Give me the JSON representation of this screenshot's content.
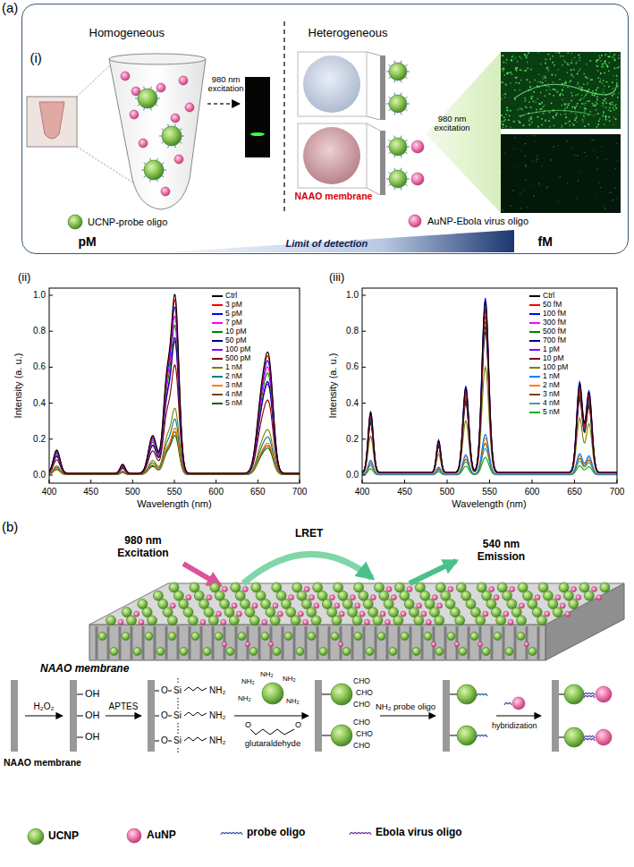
{
  "diagram": {
    "nodes": [
      {
        "text": [
          "(i)",
          "Homogeneous",
          "Heterogeneous",
          "980 nm excitation",
          "NAAO membrane",
          "980 nm excitation",
          "pM",
          "Limit of detection",
          "fM"
        ]
      }
    ],
    "labels": [
      "(a)",
      "(ii)",
      "0.0",
      "0.2",
      "0.4",
      "0.6",
      "0.8",
      "1.0",
      "400",
      "450",
      "500",
      "550",
      "600",
      "650",
      "700",
      "Intensity (a. u.)",
      "Wavelength (nm)",
      "(iii)",
      "0.0",
      "0.2",
      "0.4",
      "0.6",
      "0.8",
      "1.0",
      "400",
      "450",
      "500",
      "550",
      "600",
      "650",
      "700",
      "Intensity (a. u.)",
      "Wavelength (nm)",
      "(b)",
      "980 nm Excitation",
      "LRET",
      "540 nm Emission",
      "NAAO membrane",
      "NAAO membrane",
      "H₂O₂",
      "OH",
      "OH",
      "OH",
      "APTES",
      "O",
      "Si",
      "NH₂",
      "O",
      "Si",
      "NH₂",
      "O",
      "Si",
      "NH₂",
      "NH₂",
      "NH₂",
      "NH₂",
      "NH₂",
      "NH₂",
      "O",
      "O",
      "glutaraldehyde",
      "CHO",
      "CHO",
      "CHO",
      "CHO",
      "CHO",
      "CHO",
      "NH₂ probe oligo",
      "hybridization"
    ],
    "legend": [
      {
        "text": "Ctrl",
        "color": "#000000"
      },
      {
        "text": "3 pM",
        "color": "#ff0000"
      },
      {
        "text": "5 pM",
        "color": "#0000ff"
      },
      {
        "text": "7 pM",
        "color": "#ff00ff"
      },
      {
        "text": "10 pM",
        "color": "#008000"
      },
      {
        "text": "50 pM",
        "color": "#000080"
      },
      {
        "text": "100 pM",
        "color": "#8000ff"
      },
      {
        "text": "500 pM",
        "color": "#800000"
      },
      {
        "text": "1 nM",
        "color": "#808000"
      },
      {
        "text": "2 nM",
        "color": "#008080"
      },
      {
        "text": "3 nM",
        "color": "#ff8000"
      },
      {
        "text": "4 nM",
        "color": "#804000"
      },
      {
        "text": "5 nM",
        "color": "#006400"
      },
      {
        "text": "Ctrl",
        "color": "#000000"
      },
      {
        "text": "50 fM",
        "color": "#ff0000"
      },
      {
        "text": "100 fM",
        "color": "#0000ff"
      },
      {
        "text": "300 fM",
        "color": "#ff00ff"
      },
      {
        "text": "500 fM",
        "color": "#008000"
      },
      {
        "text": "700 fM",
        "color": "#000080"
      },
      {
        "text": "1 pM",
        "color": "#8000ff"
      },
      {
        "text": "10 pM",
        "color": "#800000"
      },
      {
        "text": "100 pM",
        "color": "#808000"
      },
      {
        "text": "1 nM",
        "color": "#0080ff"
      },
      {
        "text": "2 nM",
        "color": "#ff8000"
      },
      {
        "text": "3 nM",
        "color": "#804000"
      },
      {
        "text": "4 nM",
        "color": "#40a0a0"
      },
      {
        "text": "5 nM",
        "color": "#00b000"
      },
      {
        "text": "UCNP-probe oligo"
      },
      {
        "text": "AuNP-Ebola virus oligo"
      },
      {
        "text": "UCNP"
      },
      {
        "text": "AuNP"
      },
      {
        "text": "probe oligo"
      },
      {
        "text": "Ebola virus oligo"
      }
    ]
  }
}
